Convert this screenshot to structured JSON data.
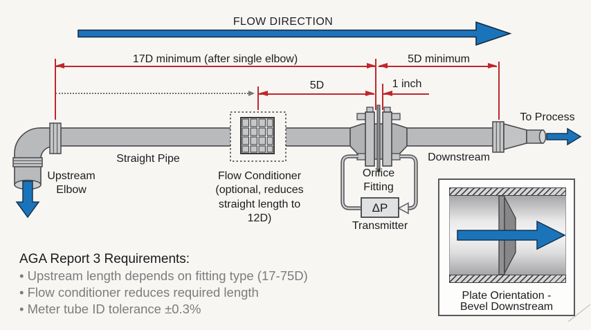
{
  "flow": {
    "direction_label": "FLOW DIRECTION",
    "to_process": "To Process"
  },
  "dimensions": {
    "d17": "17D minimum (after single elbow)",
    "d5min": "5D minimum",
    "d5": "5D",
    "inch1": "1 inch"
  },
  "components": {
    "straight_pipe": "Straight Pipe",
    "upstream_elbow": [
      "Upstream",
      "Elbow"
    ],
    "flow_conditioner": [
      "Flow Conditioner",
      "(optional, reduces",
      "straight length to",
      "12D)"
    ],
    "orifice_fitting": [
      "Orifice",
      "Fitting"
    ],
    "dp": "ΔP",
    "transmitter": "Transmitter",
    "downstream": "Downstream"
  },
  "inset": {
    "caption": [
      "Plate Orientation -",
      "Bevel Downstream"
    ]
  },
  "requirements": {
    "heading": "AGA Report 3 Requirements:",
    "bullets": [
      "• Upstream length depends on fitting type (17-75D)",
      "• Flow conditioner reduces required length",
      "• Meter tube ID tolerance ±0.3%"
    ]
  },
  "colors": {
    "flow_blue": "#1b74ba",
    "dimension_red": "#c0262c",
    "pipe_gray": "#b9babc",
    "text_dark": "#1c1c1e",
    "text_gray": "#7c7c7e",
    "background": "#f7f6f3"
  }
}
